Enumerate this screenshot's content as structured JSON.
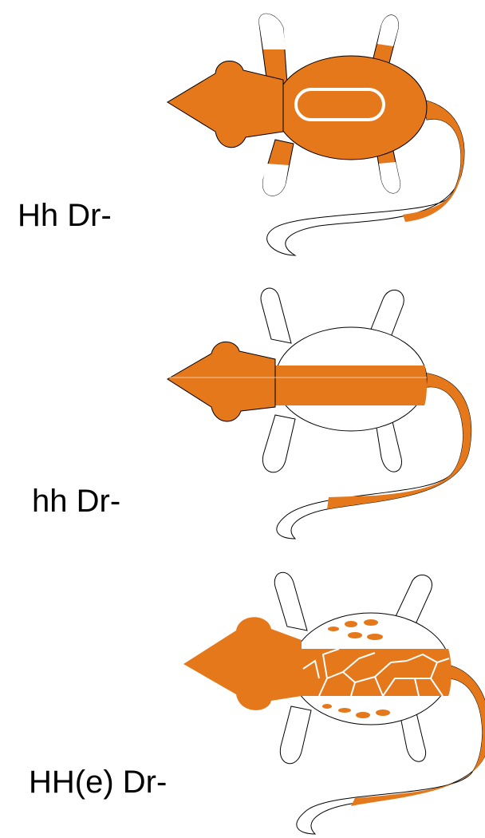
{
  "panels": [
    {
      "label": "Hh Dr-"
    },
    {
      "label": "hh Dr-"
    },
    {
      "label": "HH(e) Dr-"
    }
  ],
  "colors": {
    "orange": "#E5781B",
    "outline": "#000000",
    "white": "#FFFFFF"
  }
}
